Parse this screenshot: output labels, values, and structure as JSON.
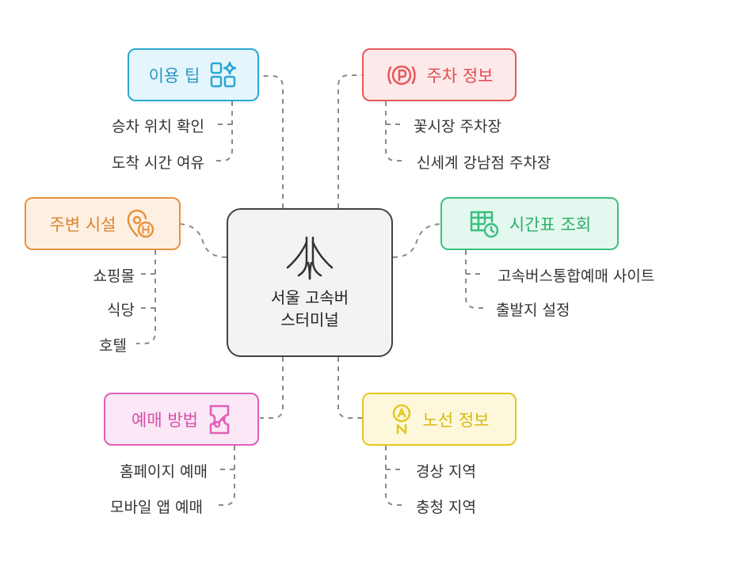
{
  "center": {
    "line1": "서울 고속버",
    "line2": "스터미널",
    "icon": "terminal-structure-icon"
  },
  "topics": {
    "tips": {
      "title": "이용 팁",
      "icon": "apps-sparkle-icon",
      "color": "#2aa7d3",
      "bg": "#e4f6fc",
      "items": [
        "승차 위치 확인",
        "도착 시간 여유"
      ]
    },
    "facilities": {
      "title": "주변 시설",
      "icon": "hotel-pin-icon",
      "color": "#e8923f",
      "bg": "#fdf0e3",
      "items": [
        "쇼핑몰",
        "식당",
        "호텔"
      ]
    },
    "booking": {
      "title": "예매 방법",
      "icon": "ticket-icon",
      "color": "#e05fb8",
      "bg": "#fbe7f5",
      "items": [
        "홈페이지 예매",
        "모바일 앱 예매"
      ]
    },
    "parking": {
      "title": "주차 정보",
      "icon": "parking-icon",
      "color": "#e5585a",
      "bg": "#fde9e9",
      "items": [
        "꽃시장 주차장",
        "신세계 강남점 주차장"
      ]
    },
    "timetable": {
      "title": "시간표 조회",
      "icon": "timetable-icon",
      "color": "#3cbf7e",
      "bg": "#e3f8ee",
      "items": [
        "고속버스통합예매 사이트",
        "출발지 설정"
      ]
    },
    "routes": {
      "title": "노선 정보",
      "icon": "compass-icon",
      "color": "#e3c81f",
      "bg": "#fdf8dc",
      "items": [
        "경상 지역",
        "충청 지역"
      ]
    }
  }
}
